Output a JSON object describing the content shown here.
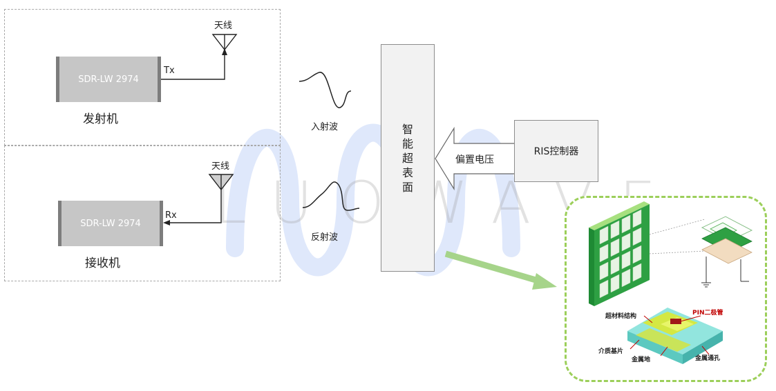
{
  "transmitter": {
    "device_label": "SDR-LW 2974",
    "name": "发射机",
    "port": "Tx",
    "antenna": "天线"
  },
  "receiver": {
    "device_label": "SDR-LW 2974",
    "name": "接收机",
    "port": "Rx",
    "antenna": "天线"
  },
  "waves": {
    "incident": "入射波",
    "reflected": "反射波"
  },
  "ris": {
    "chars": [
      "智",
      "能",
      "超",
      "表",
      "面"
    ]
  },
  "bias_label": "偏置电压",
  "controller_label": "RIS控制器",
  "watermark": "LUOWAVE",
  "detail": {
    "meta_label": "超材料结构",
    "pin_label": "PIN二极管",
    "substrate_label": "介质基片",
    "ground_label": "金属地",
    "via_label": "金属通孔"
  },
  "colors": {
    "device": "#c6c6c6",
    "arrow_green": "#9ccf7a",
    "pin_red": "#c00000",
    "board_green": "#2ea043",
    "watermark_blue": "#dfe8fb"
  }
}
